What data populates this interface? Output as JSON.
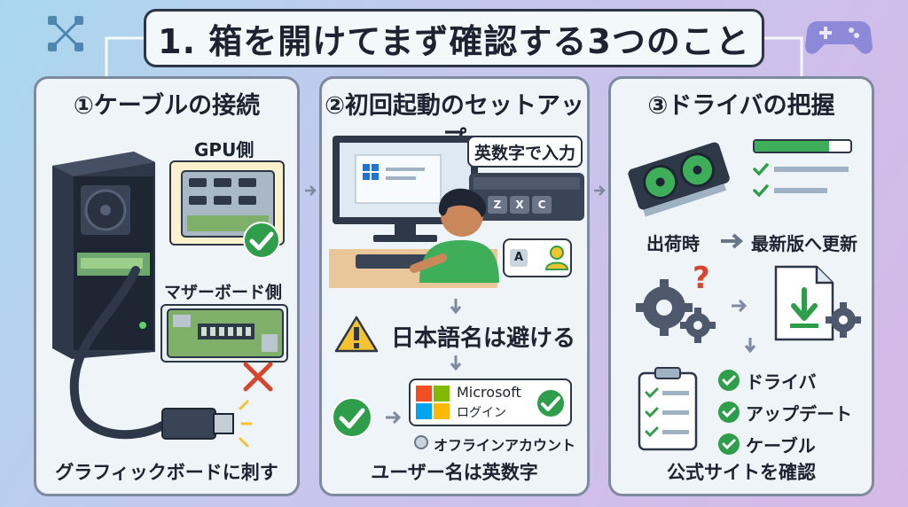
{
  "title": "1. 箱を開けてまず確認する3つのこと",
  "panels": [
    {
      "heading": "①ケーブルの接続",
      "gpu_label": "GPU側",
      "mb_label": "マザーボード側",
      "footer": "グラフィックボードに刺す"
    },
    {
      "heading": "②初回起動のセットアップ",
      "input_note": "英数字で入力",
      "keys": [
        "Z",
        "X",
        "C"
      ],
      "bubble_letter": "A",
      "warning": "日本語名は避ける",
      "ms_name": "Microsoft",
      "ms_login": "ログイン",
      "offline": "オフラインアカウント",
      "footer": "ユーザー名は英数字"
    },
    {
      "heading": "③ドライバの把握",
      "ship": "出荷時",
      "update": "最新版へ更新",
      "checklist": [
        "ドライバ",
        "アップデート",
        "ケーブル"
      ],
      "footer": "公式サイトを確認"
    }
  ],
  "colors": {
    "accent_green": "#2f9e4a",
    "warning_red": "#d9452c",
    "warning_yellow": "#f4c430",
    "ms_blue": "#1f74d8"
  }
}
